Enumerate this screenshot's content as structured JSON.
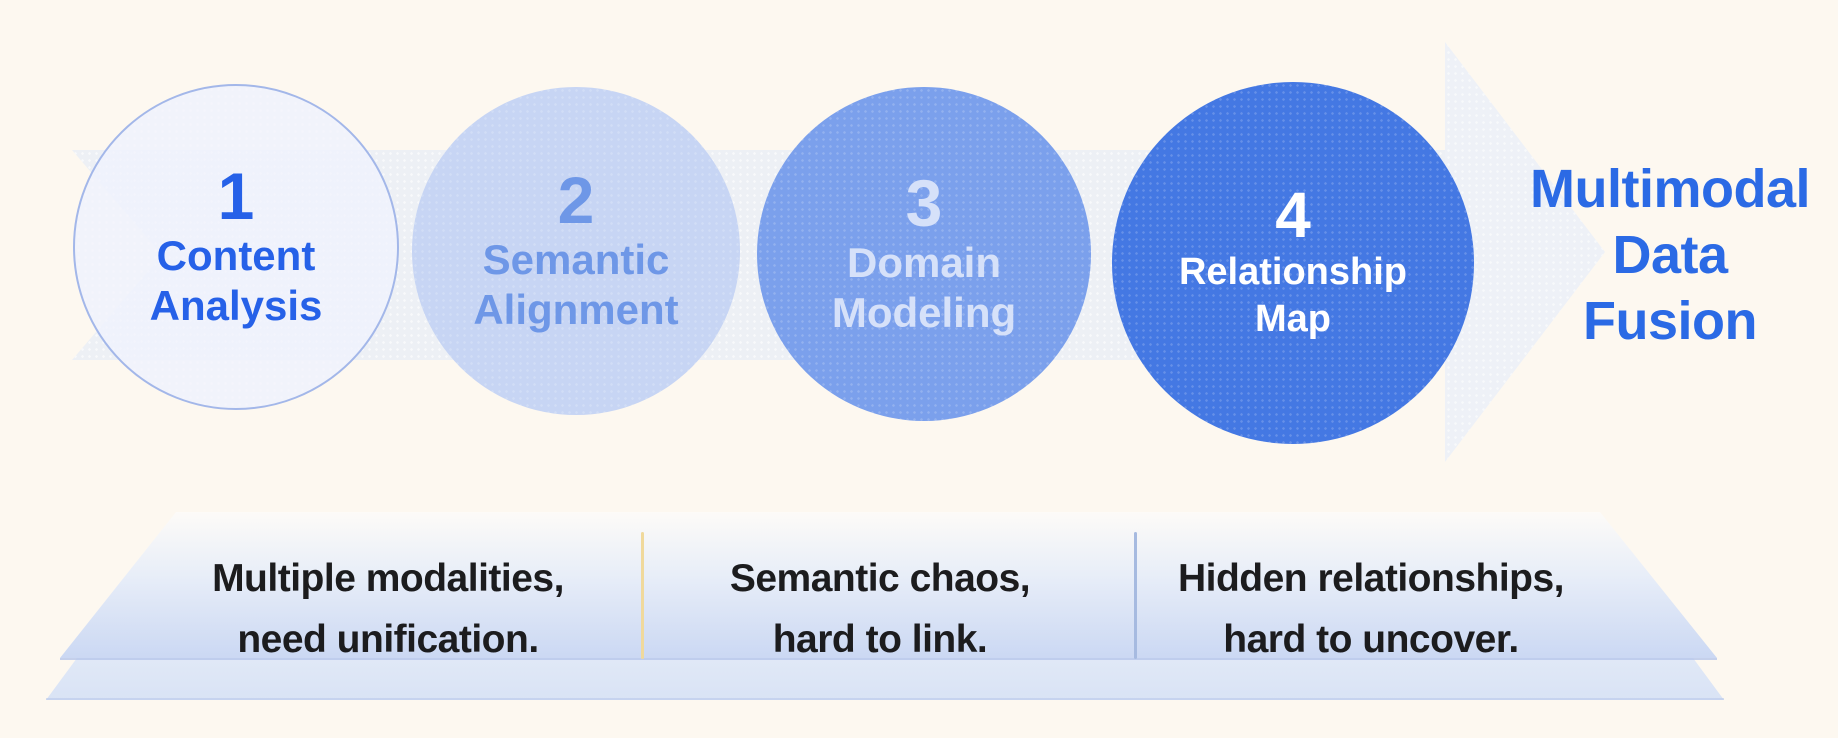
{
  "headline": {
    "lines": [
      "Multimodal",
      "Data",
      "Fusion"
    ]
  },
  "steps": [
    {
      "number": "1",
      "line1": "Content",
      "line2": "Analysis"
    },
    {
      "number": "2",
      "line1": "Semantic",
      "line2": "Alignment"
    },
    {
      "number": "3",
      "line1": "Domain",
      "line2": "Modeling"
    },
    {
      "number": "4",
      "line1": "Relationship",
      "line2": "Map"
    }
  ],
  "captions": [
    {
      "line1": "Multiple modalities,",
      "line2": "need unification."
    },
    {
      "line1": "Semantic chaos,",
      "line2": "hard to link."
    },
    {
      "line1": "Hidden relationships,",
      "line2": "hard to uncover."
    }
  ],
  "colors": {
    "bg": "#FDF8F0",
    "band": "#EDF0F5",
    "arrowhead": "#EEF1F7",
    "c1_fill": "rgba(238,242,253,0.85)",
    "c1_border": "#A3B7E9",
    "c1_text": "#2661E8",
    "c2_fill": "#C7D5F4",
    "c2_text": "#6E97E7",
    "c3_fill": "#7BA0EC",
    "c3_text": "#D6E1F9",
    "c4_fill": "#4478E3",
    "c4_text": "#FFFFFF",
    "headline": "#2B6AE5",
    "caption": "#1C1C1E",
    "divider1": "#F0D99C",
    "divider2": "#A6BAE0",
    "trap_top": "#FDFBF8",
    "trap_mid": "#E7EDF8",
    "trap_bottom": "#CBD8F3",
    "trap_back_top": "#F4F7FC",
    "trap_back_bottom": "#D9E3F5",
    "trap_edge": "#B7C6EA"
  }
}
